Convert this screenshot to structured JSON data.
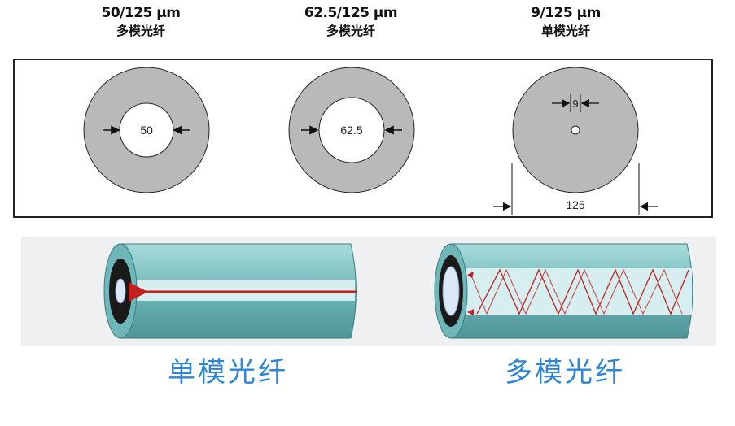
{
  "labels": [
    {
      "spec": "50/125 μm",
      "type": "多模光纤"
    },
    {
      "spec": "62.5/125 μm",
      "type": "多模光纤"
    },
    {
      "spec": "9/125 μm",
      "type": "单模光纤"
    }
  ],
  "cross_sections": [
    {
      "core_label": "50"
    },
    {
      "core_label": "62.5"
    },
    {
      "core_label": "9",
      "cladding_label": "125"
    }
  ],
  "captions": {
    "single_mode": "单模光纤",
    "multi_mode": "多模光纤"
  },
  "colors": {
    "cladding": "#b9b9b9",
    "fiber_outer": "#7fc3c3",
    "fiber_inner": "#d6eef0",
    "light_ray": "#c0201e",
    "caption": "#2f86d6"
  }
}
